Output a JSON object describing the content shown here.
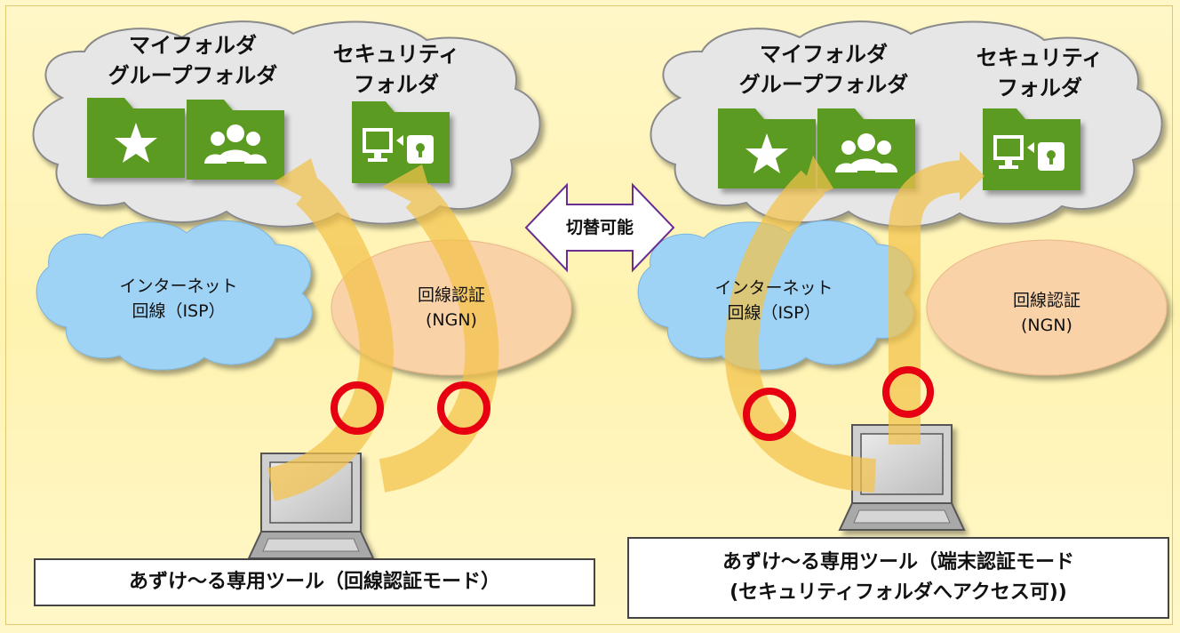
{
  "left": {
    "cloud_label_1": "マイフォルダ\nグループフォルダ",
    "cloud_label_2": "セキュリティ\nフォルダ",
    "isp_label": "インターネット\n回線（ISP）",
    "ngn_label": "回線認証\n(NGN)",
    "caption": "あずけ〜る専用ツール（回線認証モード）"
  },
  "center": {
    "switch_label": "切替可能"
  },
  "right": {
    "cloud_label_1": "マイフォルダ\nグループフォルダ",
    "cloud_label_2": "セキュリティ\nフォルダ",
    "isp_label": "インターネット\n回線（ISP）",
    "ngn_label": "回線認証\n(NGN)",
    "caption": "あずけ〜る専用ツール（端末認証モード\n(セキュリティフォルダへアクセス可))"
  },
  "colors": {
    "cloud_gray": "#e6e6e6",
    "isp_blue": "#9fd3f5",
    "ngn_peach": "#f9d2a8",
    "folder_green": "#5c9b23",
    "arrow_yellow": "#f2c24a",
    "ok_ring_red": "#e60012",
    "switch_arrow_border": "#6a2d91"
  },
  "icons": [
    "star-icon",
    "group-icon",
    "monitor-lock-icon",
    "laptop-icon",
    "circle-ok-icon",
    "double-arrow-icon"
  ]
}
